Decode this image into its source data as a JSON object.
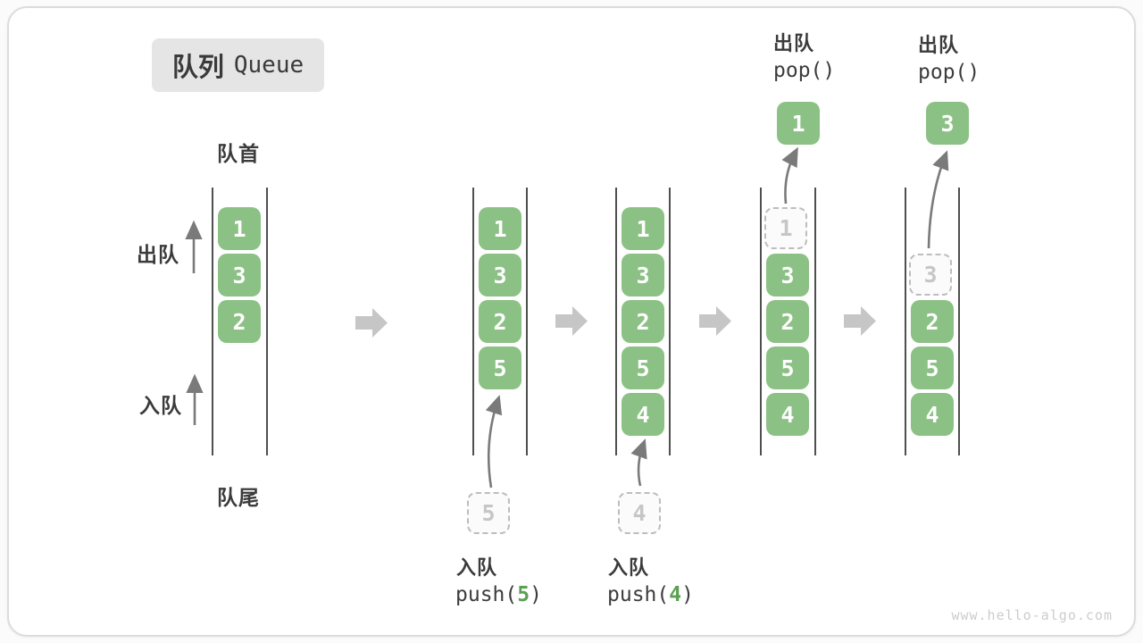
{
  "title": {
    "zh": "队列",
    "en": "Queue"
  },
  "front_label": "队首",
  "rear_label": "队尾",
  "side": {
    "dequeue": "出队",
    "enqueue": "入队"
  },
  "watermark": "www.hello-algo.com",
  "colors": {
    "box_green": "#8cc185",
    "code_green": "#5ba052",
    "block_arrow_grey": "#c6c6c6",
    "thin_arrow_grey": "#7a7a7a",
    "line_grey": "#4f4f4f",
    "ghost_border_grey": "#bdbdbd",
    "ghost_text_grey": "#c6c6c6",
    "title_bg": "#e5e5e5",
    "text_dark": "#3b3b3b",
    "watermark_grey": "#cccccc"
  },
  "icons": {
    "flow_arrow": "right-block-arrow",
    "thin_arrow": "up-arrow"
  },
  "states": [
    {
      "name": "initial",
      "boxes": [
        "1",
        "3",
        "2"
      ]
    },
    {
      "name": "after-push-5",
      "boxes": [
        "1",
        "3",
        "2",
        "5"
      ],
      "incoming_value": "5",
      "op_label": "入队",
      "op_prefix": "push(",
      "op_arg": "5",
      "op_suffix": ")"
    },
    {
      "name": "after-push-4",
      "boxes": [
        "1",
        "3",
        "2",
        "5",
        "4"
      ],
      "incoming_value": "4",
      "op_label": "入队",
      "op_prefix": "push(",
      "op_arg": "4",
      "op_suffix": ")"
    },
    {
      "name": "after-pop-1",
      "ghost_value": "1",
      "boxes": [
        "3",
        "2",
        "5",
        "4"
      ],
      "pop_label": "出队",
      "pop_code": "pop()",
      "popped_value": "1"
    },
    {
      "name": "after-pop-3",
      "ghost_value": "3",
      "boxes": [
        "2",
        "5",
        "4"
      ],
      "pop_label": "出队",
      "pop_code": "pop()",
      "popped_value": "3"
    }
  ]
}
